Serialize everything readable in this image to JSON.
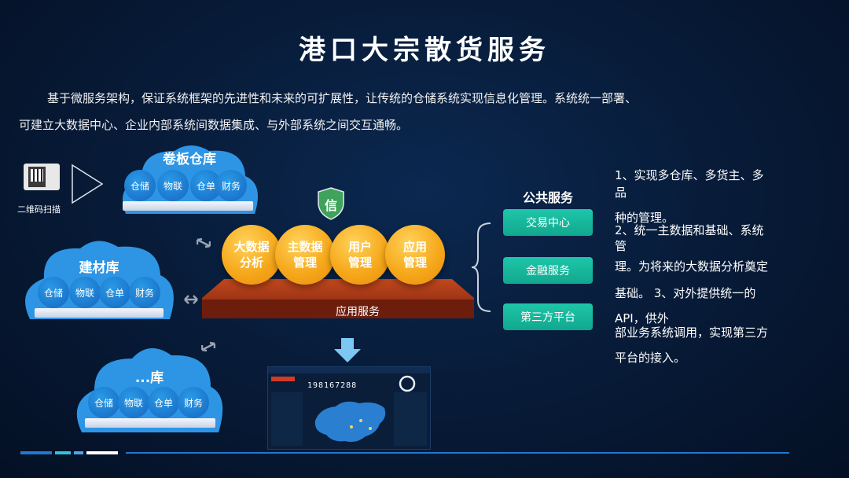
{
  "title": "港口大宗散货服务",
  "intro": {
    "line1": "基于微服务架构，保证系统框架的先进性和未来的可扩展性，让传统的仓储系统实现信息化管理。系统统一部署、",
    "line2": "可建立大数据中心、企业内部系统间数据集成、与外部系统之间交互通畅。"
  },
  "scanner": {
    "label": "二维码扫描",
    "icon": "qr-scanner-icon"
  },
  "warehouses": [
    {
      "name": "卷板仓库",
      "items": [
        "仓储",
        "物联",
        "仓单",
        "财务"
      ]
    },
    {
      "name": "建材库",
      "items": [
        "仓储",
        "物联",
        "仓单",
        "财务"
      ]
    },
    {
      "name": "...库",
      "items": [
        "仓储",
        "物联",
        "仓单",
        "财务"
      ]
    }
  ],
  "shield": {
    "label": "信"
  },
  "platform": {
    "label": "应用服务",
    "modules": [
      {
        "line1": "大数据",
        "line2": "分析"
      },
      {
        "line1": "主数据",
        "line2": "管理"
      },
      {
        "line1": "用户",
        "line2": "管理"
      },
      {
        "line1": "应用",
        "line2": "管理"
      }
    ]
  },
  "public_services": {
    "title": "公共服务",
    "items": [
      "交易中心",
      "金融服务",
      "第三方平台"
    ]
  },
  "description_lines": [
    "1、实现多仓库、多货主、多",
    "品",
    "种的管理。",
    "2、统一主数据和基础、系统",
    "管",
    "理。为将来的大数据分析奠定",
    "基础。 3、对外提供统一的",
    "API，供外",
    "部业务系统调用，实现第三方",
    "平台的接入。"
  ],
  "dashboard": {
    "counter": "198167288"
  },
  "colors": {
    "background": "#071a36",
    "cloud": "#2e95e4",
    "orb": "#f6a91c",
    "platform": "#8a2a12",
    "service": "#16b79b"
  }
}
